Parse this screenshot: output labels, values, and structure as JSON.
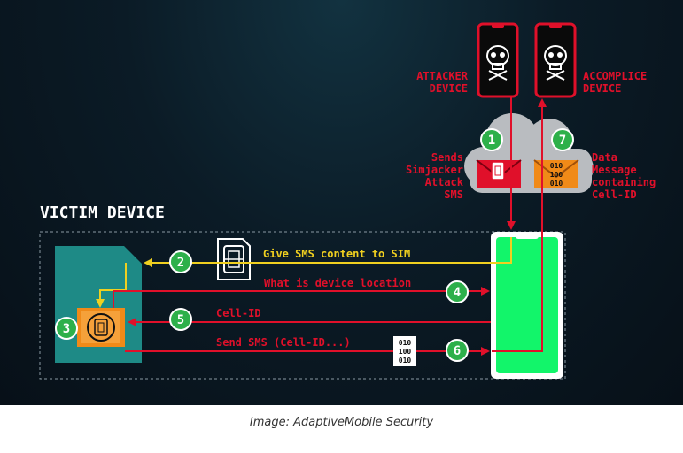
{
  "victim_title": "VICTIM DEVICE",
  "attacker_label": [
    "ATTACKER",
    "DEVICE"
  ],
  "accomplice_label": [
    "ACCOMPLICE",
    "DEVICE"
  ],
  "sends_label": [
    "Sends",
    "Simjacker",
    "Attack",
    "SMS"
  ],
  "data_label": [
    "Data",
    "Message",
    "containing",
    "Cell-ID"
  ],
  "steps": [
    "1",
    "2",
    "3",
    "4",
    "5",
    "6",
    "7"
  ],
  "flows": {
    "give_sms": "Give SMS content to SIM",
    "device_location": "What is device location",
    "cell_id": "Cell-ID",
    "send_sms": "Send SMS (Cell-ID...)"
  },
  "binary_lines": [
    "010",
    "100",
    "010"
  ],
  "caption": "Image: AdaptiveMobile Security",
  "colors": {
    "red": "#e0102a",
    "yellow": "#f0d020",
    "green_step": "#2db04a",
    "phone_screen": "#12f56a",
    "sim_teal": "#1e8a86",
    "orange": "#f08a18"
  }
}
